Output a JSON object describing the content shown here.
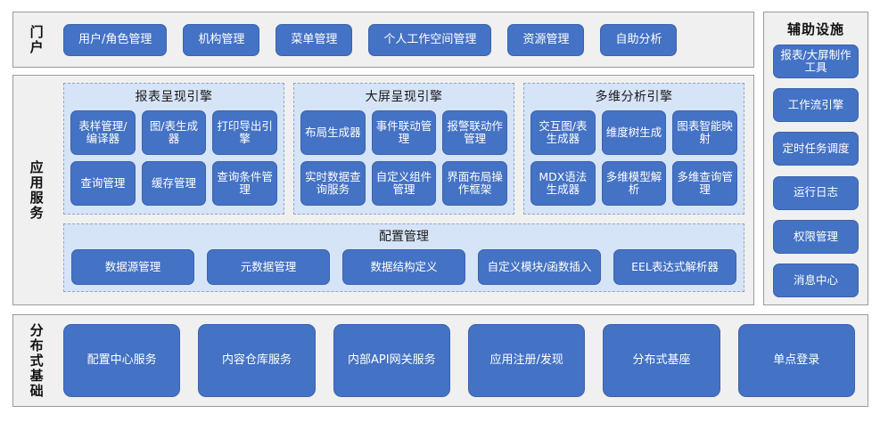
{
  "portal": {
    "label": "门户",
    "items": [
      "用户/角色管理",
      "机构管理",
      "菜单管理",
      "个人工作空间管理",
      "资源管理",
      "自助分析"
    ]
  },
  "auxiliary": {
    "title": "辅助设施",
    "items": [
      "报表/大屏制作工具",
      "工作流引擎",
      "定时任务调度",
      "运行日志",
      "权限管理",
      "消息中心"
    ]
  },
  "application": {
    "label": "应用服务",
    "engines": [
      {
        "title": "报表呈现引擎",
        "items": [
          "表样管理/编译器",
          "图/表生成器",
          "打印导出引擎",
          "查询管理",
          "缓存管理",
          "查询条件管理"
        ]
      },
      {
        "title": "大屏呈现引擎",
        "items": [
          "布局生成器",
          "事件联动管理",
          "报警联动作管理",
          "实时数据查询服务",
          "自定义组件管理",
          "界面布局操作框架"
        ]
      },
      {
        "title": "多维分析引擎",
        "items": [
          "交互图/表生成器",
          "维度树生成",
          "图表智能映射",
          "MDX语法生成器",
          "多维模型解析",
          "多维查询管理"
        ]
      }
    ],
    "config": {
      "title": "配置管理",
      "items": [
        "数据源管理",
        "元数据管理",
        "数据结构定义",
        "自定义模块/函数插入",
        "EEL表达式解析器"
      ]
    }
  },
  "distributed": {
    "label": "分布式基础",
    "items": [
      "配置中心服务",
      "内容仓库服务",
      "内部API网关服务",
      "应用注册/发现",
      "分布式基座",
      "单点登录"
    ]
  },
  "colors": {
    "button_fill": "#4472c4",
    "panel_fill": "#d6e4f8",
    "section_fill": "#f0f0f0"
  }
}
